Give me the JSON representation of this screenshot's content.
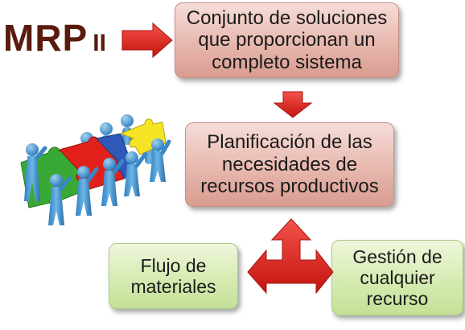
{
  "title": {
    "main": "MRP",
    "suffix": "II"
  },
  "boxes": {
    "top": "Conjunto de soluciones\nque proporcionan un\ncompleto sistema",
    "middle": "Planificación de las\nnecesidades de\nrecursos productivos",
    "left": "Flujo de\nmateriales",
    "right": "Gestión de\ncualquier\nrecurso"
  },
  "colors": {
    "arrow": "#e8251f",
    "title": "#5a1a0c",
    "rose_box": "#e7b8ae",
    "green_box": "#d6ebb2",
    "puzzle": [
      "#39a935",
      "#e2201b",
      "#2f58b7",
      "#f5e424"
    ]
  },
  "icons": [
    "arrow-right-icon",
    "arrow-down-icon",
    "branch-arrow-icon",
    "teamwork-puzzle-icon"
  ]
}
